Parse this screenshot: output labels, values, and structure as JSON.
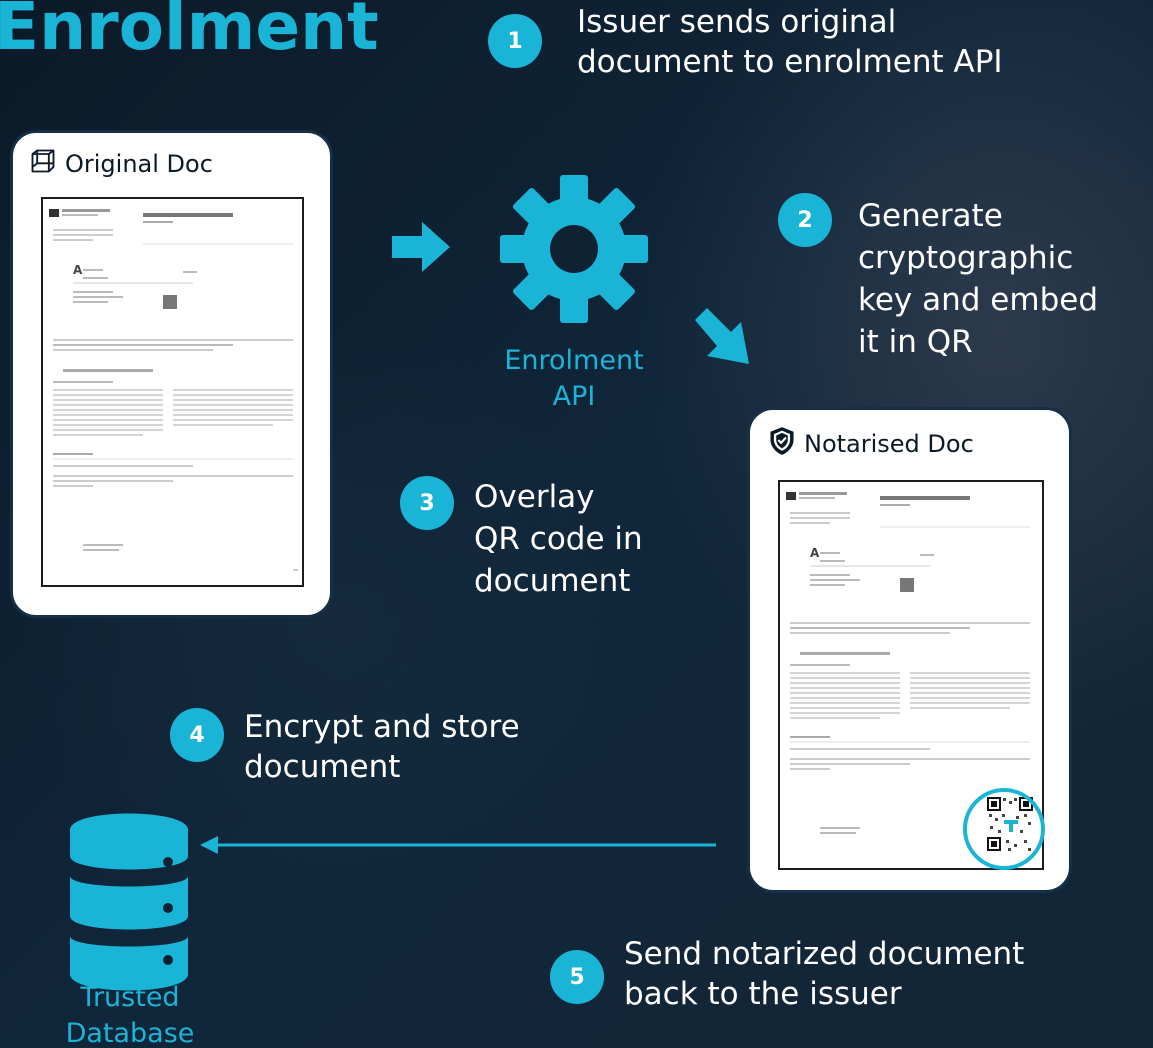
{
  "title": "Enrolment",
  "steps": [
    {
      "num": "1",
      "text_line1": "Issuer sends original",
      "text_line2": "document to enrolment API"
    },
    {
      "num": "2",
      "text_line1": "Generate",
      "text_line2": "cryptographic",
      "text_line3": "key and embed",
      "text_line4": "it in QR"
    },
    {
      "num": "3",
      "text_line1": "Overlay",
      "text_line2": "QR code in",
      "text_line3": "document"
    },
    {
      "num": "4",
      "text_line1": "Encrypt and store",
      "text_line2": "document"
    },
    {
      "num": "5",
      "text_line1": "Send notarized document",
      "text_line2": "back to the issuer"
    }
  ],
  "original_doc": {
    "label": "Original Doc",
    "icon": "cube-icon"
  },
  "notarised_doc": {
    "label": "Notarised Doc",
    "icon": "shield-check-icon"
  },
  "api": {
    "label_line1": "Enrolment",
    "label_line2": "API",
    "icon": "gear-icon"
  },
  "database": {
    "label_line1": "Trusted",
    "label_line2": "Database",
    "icon": "database-icon"
  },
  "colors": {
    "accent": "#1ab4d7",
    "background": "#0f2233",
    "card": "#ffffff"
  }
}
